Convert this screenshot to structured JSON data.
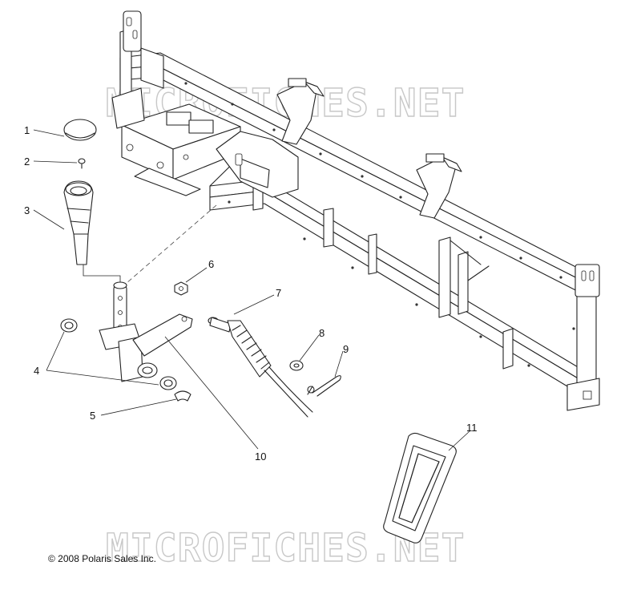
{
  "watermark_top": "MICROFICHES.NET",
  "watermark_bottom": "MICROFICHES.NET",
  "copyright": "© 2008 Polaris Sales Inc.",
  "callouts": [
    "1",
    "2",
    "3",
    "4",
    "5",
    "6",
    "7",
    "8",
    "9",
    "10",
    "11"
  ]
}
